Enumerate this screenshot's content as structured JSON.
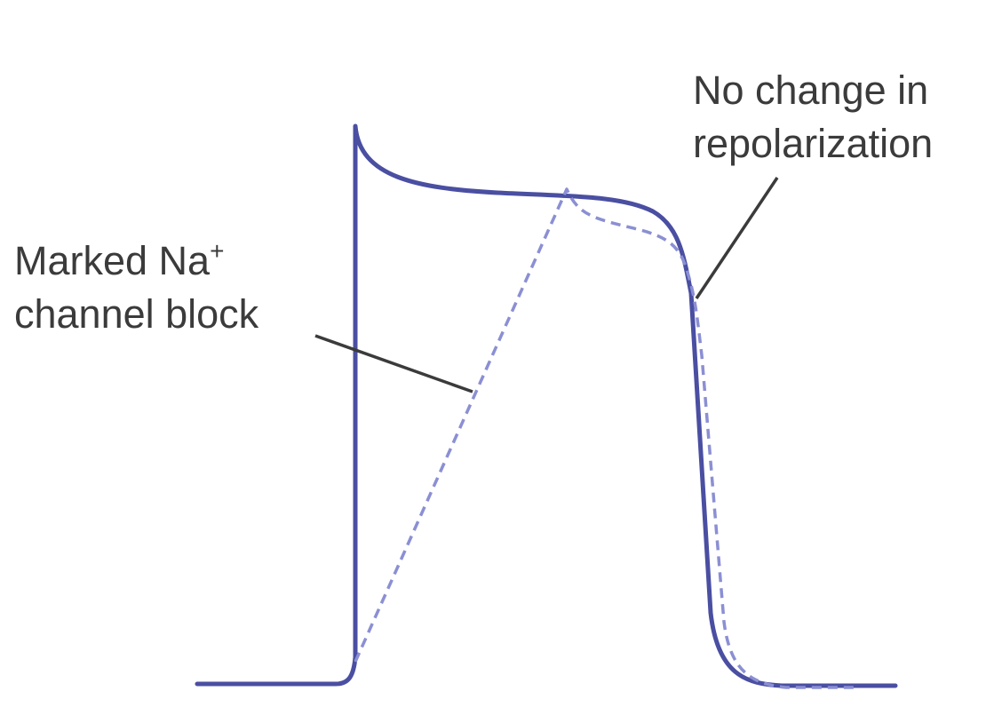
{
  "annotations": {
    "left": {
      "line1": "Marked Na",
      "superscript": "+",
      "line2": "channel block"
    },
    "right": {
      "line1": "No change in",
      "line2": "repolarization"
    }
  },
  "traces": [
    {
      "id": "control",
      "style": "solid",
      "description_color": "#4a4fa2"
    },
    {
      "id": "na-channel-block",
      "style": "dashed",
      "description_color": "#8a8fd0"
    }
  ],
  "colors": {
    "trace": "#4a4fa2",
    "dashed": "#8b8fd3",
    "leader": "#3b3b3b"
  }
}
